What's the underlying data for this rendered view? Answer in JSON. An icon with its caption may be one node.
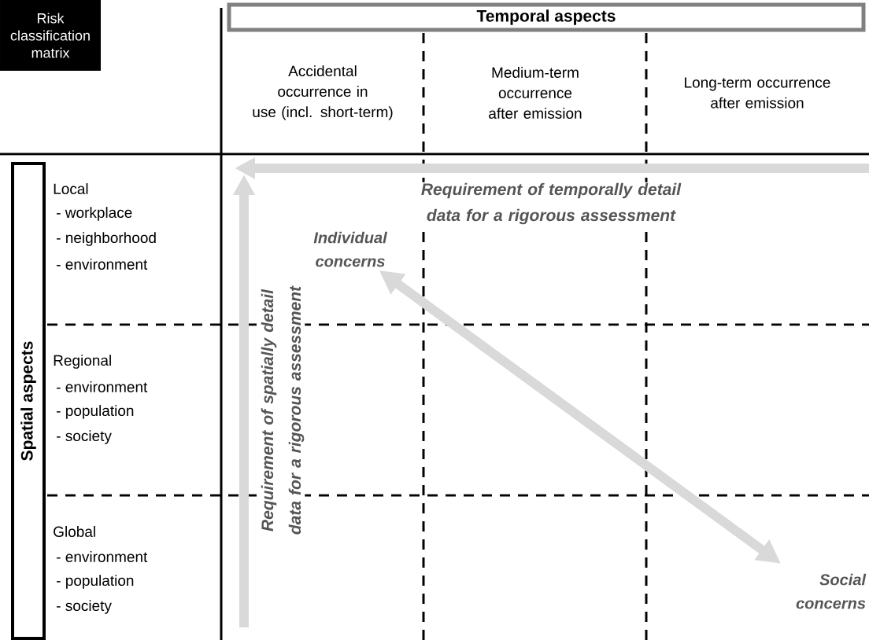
{
  "diagram": {
    "nodes": [
      {
        "text": [
          "Risk classification matrix"
        ]
      },
      {
        "text": [
          "Temporal aspects"
        ]
      },
      {
        "text": [
          "Spatial aspects"
        ]
      },
      {
        "text": [
          "Individual concerns"
        ]
      },
      {
        "text": [
          "Social concerns"
        ]
      }
    ],
    "edges": [
      {
        "from": 3,
        "to": 4,
        "arrow": "both"
      }
    ],
    "labels": [
      "Accidental occurrence in use (incl. short-term)",
      "Medium-term occurrence after emission",
      "Long-term occurrence after emission",
      "Local",
      "- workplace",
      "- neighborhood",
      "- environment",
      "Regional",
      "- environment",
      "- population",
      "- society",
      "Global",
      "- environment",
      "- population",
      "- society",
      "Requirement of temporally detail data for a rigorous assessment",
      "Requirement of spatially detail data for a rigorous assessment"
    ]
  }
}
